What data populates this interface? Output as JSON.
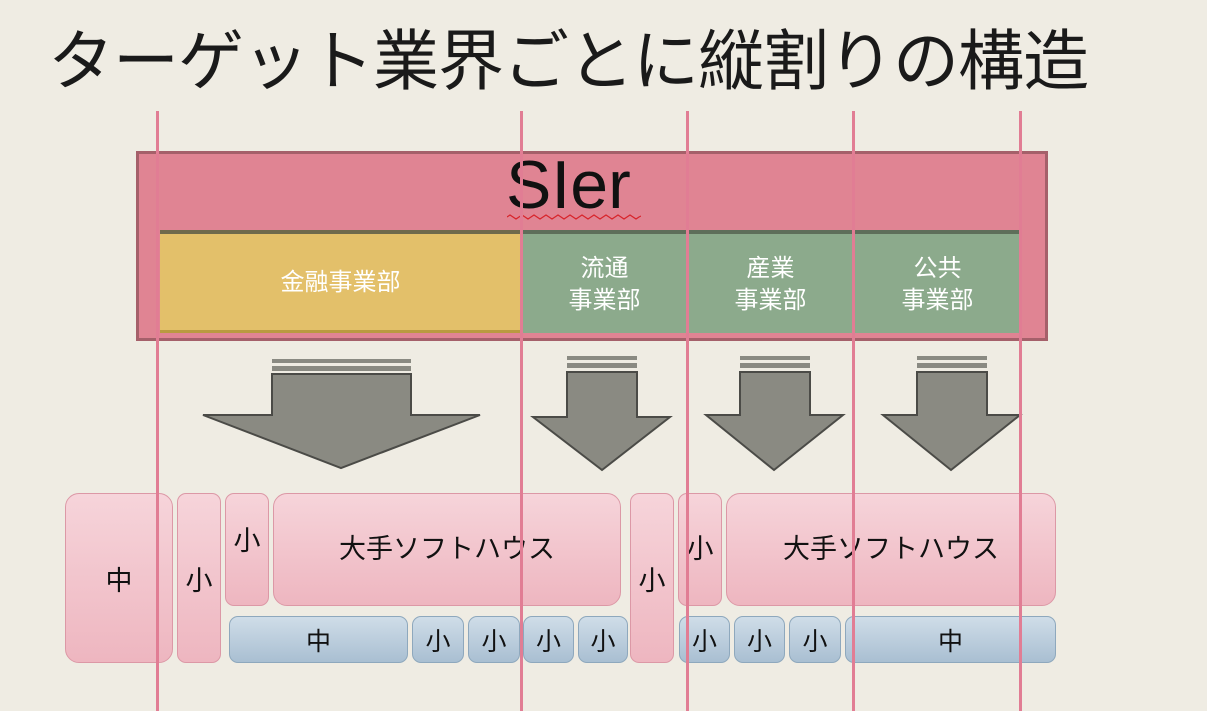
{
  "title": "ターゲット業界ごとに縦割りの構造",
  "sier": {
    "label": "SIer"
  },
  "departments": [
    {
      "label": "金融事業部"
    },
    {
      "label": "流通\n事業部"
    },
    {
      "label": "産業\n事業部"
    },
    {
      "label": "公共\n事業部"
    }
  ],
  "companies": {
    "chu": "中",
    "sho": "小",
    "ote": "大手ソフトハウス"
  },
  "colors": {
    "background": "#efece3",
    "sier": "#e08493",
    "kinyu": "#e3c06a",
    "dept_green": "#8caa8c",
    "arrow": "#8a8a82",
    "divider": "#e17d94",
    "company_pink": "#f3c6ce",
    "company_blue": "#bccfdd"
  }
}
